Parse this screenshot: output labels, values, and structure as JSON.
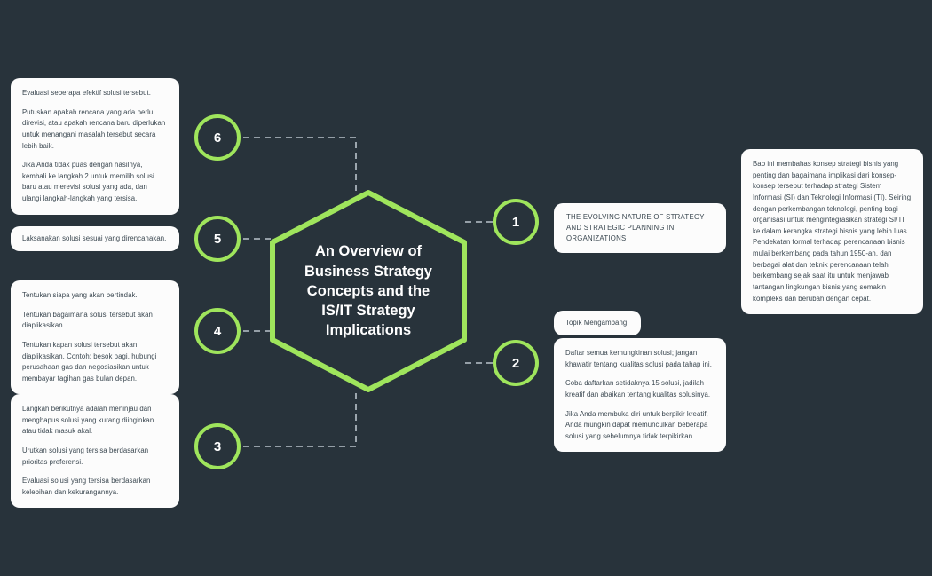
{
  "theme": {
    "background": "#28333b",
    "accent_green": "#9fe55c",
    "card_background": "#fcfcfc",
    "card_text": "#3a4750",
    "node_text": "#ffffff",
    "connector": "#b9c3cb"
  },
  "center": {
    "title": "An Overview of Business Strategy Concepts and the IS/IT Strategy Implications",
    "shape": "hexagon"
  },
  "nodes": [
    {
      "id": "1",
      "label": "1",
      "side": "right"
    },
    {
      "id": "2",
      "label": "2",
      "side": "right"
    },
    {
      "id": "3",
      "label": "3",
      "side": "left"
    },
    {
      "id": "4",
      "label": "4",
      "side": "left"
    },
    {
      "id": "5",
      "label": "5",
      "side": "left"
    },
    {
      "id": "6",
      "label": "6",
      "side": "left"
    }
  ],
  "cards": {
    "step6": {
      "paragraphs": [
        "Evaluasi seberapa efektif solusi tersebut.",
        "Putuskan apakah rencana yang ada perlu direvisi, atau apakah rencana baru diperlukan untuk menangani masalah tersebut secara lebih baik.",
        "Jika Anda tidak puas dengan hasilnya, kembali ke langkah 2 untuk memilih solusi baru atau merevisi solusi yang ada, dan ulangi langkah-langkah yang tersisa."
      ]
    },
    "step5": {
      "paragraphs": [
        "Laksanakan solusi sesuai yang direncanakan."
      ]
    },
    "step4": {
      "paragraphs": [
        "Tentukan siapa yang akan bertindak.",
        "Tentukan bagaimana solusi tersebut akan diaplikasikan.",
        "Tentukan kapan solusi tersebut akan diaplikasikan. Contoh: besok pagi, hubungi perusahaan gas dan negosiasikan untuk membayar tagihan gas bulan depan."
      ]
    },
    "step3": {
      "paragraphs": [
        "Langkah berikutnya adalah meninjau dan menghapus solusi yang kurang diinginkan atau tidak masuk akal.",
        "Urutkan solusi yang tersisa berdasarkan prioritas preferensi.",
        "Evaluasi solusi yang tersisa berdasarkan kelebihan dan kekurangannya."
      ]
    },
    "topic1": {
      "paragraphs": [
        "THE EVOLVING NATURE OF STRATEGY AND STRATEGIC PLANNING IN ORGANIZATIONS"
      ]
    },
    "floating_label": {
      "paragraphs": [
        "Topik Mengambang"
      ]
    },
    "topic2": {
      "paragraphs": [
        "Daftar semua kemungkinan solusi; jangan khawatir tentang kualitas solusi pada tahap ini.",
        "Coba daftarkan setidaknya 15 solusi, jadilah kreatif dan abaikan tentang kualitas solusinya.",
        "Jika Anda membuka diri untuk berpikir kreatif, Anda mungkin dapat memunculkan beberapa solusi yang sebelumnya tidak terpikirkan."
      ]
    },
    "chapter": {
      "paragraphs": [
        "Bab ini membahas konsep strategi bisnis yang penting dan bagaimana implikasi dari konsep-konsep tersebut terhadap strategi Sistem Informasi (SI) dan Teknologi Informasi (TI). Seiring dengan perkembangan teknologi, penting bagi organisasi untuk mengintegrasikan strategi SI/TI ke dalam kerangka strategi bisnis yang lebih luas. Pendekatan formal terhadap perencanaan bisnis mulai berkembang pada tahun 1950-an, dan berbagai alat dan teknik perencanaan telah berkembang sejak saat itu untuk menjawab tantangan lingkungan bisnis yang semakin kompleks dan berubah dengan cepat."
      ]
    }
  }
}
